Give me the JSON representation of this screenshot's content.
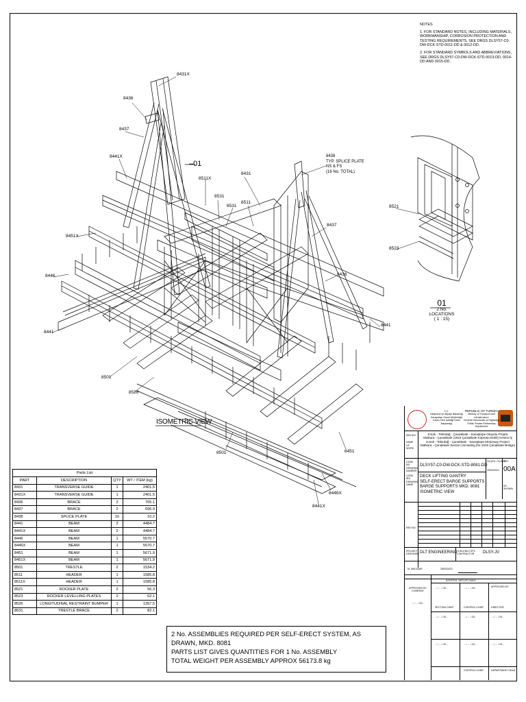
{
  "notes": {
    "heading": "NOTES",
    "note1": "1. FOR STANDARD NOTES, INCLUDING MATERIALS, WORKMANSHIP, CORROSION PROTECTION AND TESTING REQUIREMENTS, SEE DRGS DLSY57-C0-DW-DCK-STD-0011-DD & 0012-DD.",
    "note2": "2. FOR STANDARD SYMBOLS AND ABBREVIATIONS, SEE DRGS DLSY57-C0-DW-DCK-STD-0013-DD, 0014-DD AND 0015-DD."
  },
  "drawing": {
    "view_title": "ISOMETRIC VIEW",
    "detail_marker": "01",
    "detail_id": "01",
    "detail_locations": "2 No. LOCATIONS",
    "detail_scale": "( 1 : 15)",
    "splice_callout": [
      "8438",
      "TYP. SPLICE PLATE",
      "NS & FS",
      "(16 No. TOTAL)"
    ],
    "callouts": {
      "c8431X": "8431X",
      "c8436a": "8436",
      "c8437a": "8437",
      "c8441X": "8441X",
      "c8451X": "8451X",
      "c8446": "8446",
      "c8441a": "8441",
      "c8501a": "8501",
      "c8526": "8526",
      "c8511X": "8511X",
      "c8531a": "8531",
      "c8531b": "8531",
      "c8431": "8431",
      "c8511": "8511",
      "c8437b": "8437",
      "c8436b": "8436",
      "c8441b": "8441",
      "c8451": "8451",
      "c8446X": "8446X",
      "c8441X2": "8441X",
      "c8501b": "8501",
      "c8521": "8521",
      "c8523": "8523"
    }
  },
  "parts_list": {
    "title": "Parts List",
    "headers": [
      "PART",
      "DESCRIPTION",
      "QTY",
      "WT / ITEM (kg)"
    ],
    "rows": [
      [
        "8431",
        "TRANSVERSE GUIDE",
        "1",
        "2401.5"
      ],
      [
        "8431X",
        "TRANSVERSE GUIDE",
        "1",
        "2401.5"
      ],
      [
        "8436",
        "BRACE",
        "2",
        "705.1"
      ],
      [
        "8437",
        "BRACE",
        "2",
        "696.9"
      ],
      [
        "8438",
        "SPLICE PLATE",
        "16",
        "10.2"
      ],
      [
        "8441",
        "BEAM",
        "2",
        "4484.7"
      ],
      [
        "8441X",
        "BEAM",
        "2",
        "4484.7"
      ],
      [
        "8446",
        "BEAM",
        "1",
        "5570.7"
      ],
      [
        "8446X",
        "BEAM",
        "1",
        "5570.7"
      ],
      [
        "8451",
        "BEAM",
        "1",
        "5671.9"
      ],
      [
        "8451X",
        "BEAM",
        "1",
        "5671.9"
      ],
      [
        "8501",
        "TRESTLE",
        "2",
        "1534.2"
      ],
      [
        "8511",
        "HEADER",
        "1",
        "1585.8"
      ],
      [
        "8511X",
        "HEADER",
        "1",
        "1585.8"
      ],
      [
        "8521",
        "ROCKER PLATE",
        "2",
        "56.3"
      ],
      [
        "8523",
        "ROCKER LEVELLING PLATES",
        "2",
        "62.1"
      ],
      [
        "8526",
        "LONGITUDINAL RESTRAINT BUMPER",
        "1",
        "1357.5"
      ],
      [
        "8531",
        "TRESTLE BRACE",
        "2",
        "82.1"
      ]
    ]
  },
  "general_note": {
    "line1": "2  No. ASSEMBLIES REQUIRED PER SELF-ERECT SYSTEM, AS DRAWN, MKD. 8081",
    "line2": "PARTS LIST GIVES QUANTITIES FOR 1 No. ASSEMBLY",
    "line3": "TOTAL WEIGHT PER ASSEMBLY APPROX  56173.8 kg"
  },
  "title_block": {
    "tc": "T.C.",
    "ministry_tr": "Ulaştırma ve Altyapı Bakanlığı",
    "ministry_tr2": "Karayolları Genel Müdürlüğü",
    "ministry_tr3": "Kamu Özel İşbirliği Daire Başkanlığı",
    "republic": "REPUBLIC OF TURKEY",
    "ministry_en": "Ministry of Transport and Infrastructure",
    "ministry_en2": "General Directorate of Highways",
    "ministry_en3": "Public Private Partnership Department",
    "work_label": "İŞİN ADI",
    "name_of_work_label": "NAME OF WORK",
    "project_tr1": "Kınalı - Tekirdağ - Çanakkale - Savaştepe Otoyolu Projesi",
    "project_tr2": "Malkara - Çanakkale (1915 Çanakkale Köprüsü Dahil) Kesimi İş",
    "project_en1": "Kınalı - Tekirdağ - Çanakkale - Savaştepe Motorway Project",
    "project_en2": "Malkara - Çanakkale Section (Including the 1915 Çanakkale Bridge)",
    "drawing_no_label": "ÇİZİM NO DRAWING NUMBER",
    "drawing_no": "DLSY57-C0-DW-DCK-STD-8081-DD",
    "rev_label": "REV",
    "rev": "00A",
    "scale_label": "ÖLÇEK / SCALE",
    "scale_value": "AS SHOWN",
    "date_value": "25/03/2021",
    "drawing_name_label": "ÇİZİM ADI DRAWING NAME",
    "drawing_name": [
      "DECK LIFTING GANTRY",
      "SELF-ERECT BARGE SUPPORTS",
      "BARGE SUPPORTS MKD. 8081",
      "ISOMETRIC VIEW"
    ],
    "rev_no_label": "REV NO",
    "project_designer_label": "PROJECT DESIGNER",
    "project_designer": "DLT ENGINEERING",
    "epc_label": "YÜKLENİCİ EPC CONTRACTOR",
    "epc_value": "DLSY-JV",
    "approver_label": "KONTROL ŞEFLİĞİ ONAYI",
    "date_blank": "... / ... / 20...",
    "approver_company": "APPROVED BY COMPANY",
    "signatory": "M. MACNAIR",
    "section_chief": "SECTION CHIEF",
    "control_chief": "CONTROL CHIEF",
    "approved_by": "APPROVED BY",
    "director": "DIRECTOR",
    "dept_head": "DEPARTMENT HEAD"
  }
}
